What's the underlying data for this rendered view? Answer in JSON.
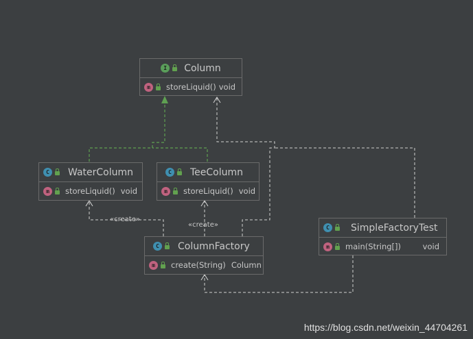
{
  "classes": {
    "column": {
      "name": "Column",
      "kind": "I",
      "members": [
        {
          "kind": "m",
          "name": "storeLiquid()",
          "type": "void"
        }
      ]
    },
    "water_column": {
      "name": "WaterColumn",
      "kind": "C",
      "members": [
        {
          "kind": "m",
          "name": "storeLiquid()",
          "type": "void"
        }
      ]
    },
    "tee_column": {
      "name": "TeeColumn",
      "kind": "C",
      "members": [
        {
          "kind": "m",
          "name": "storeLiquid()",
          "type": "void"
        }
      ]
    },
    "column_factory": {
      "name": "ColumnFactory",
      "kind": "C",
      "members": [
        {
          "kind": "m",
          "name": "create(String)",
          "type": "Column"
        }
      ]
    },
    "simple_factory_test": {
      "name": "SimpleFactoryTest",
      "kind": "C",
      "members": [
        {
          "kind": "m",
          "name": "main(String[])",
          "type": "void"
        }
      ]
    }
  },
  "relations": {
    "create_label_1": "«create»",
    "create_label_2": "«create»"
  },
  "watermark": "https://blog.csdn.net/weixin_44704261",
  "colors": {
    "background": "#3c3f41",
    "border": "#6b6b6b",
    "realization_arrow": "#5fa052",
    "dependency_arrow": "#d0d0d0"
  }
}
